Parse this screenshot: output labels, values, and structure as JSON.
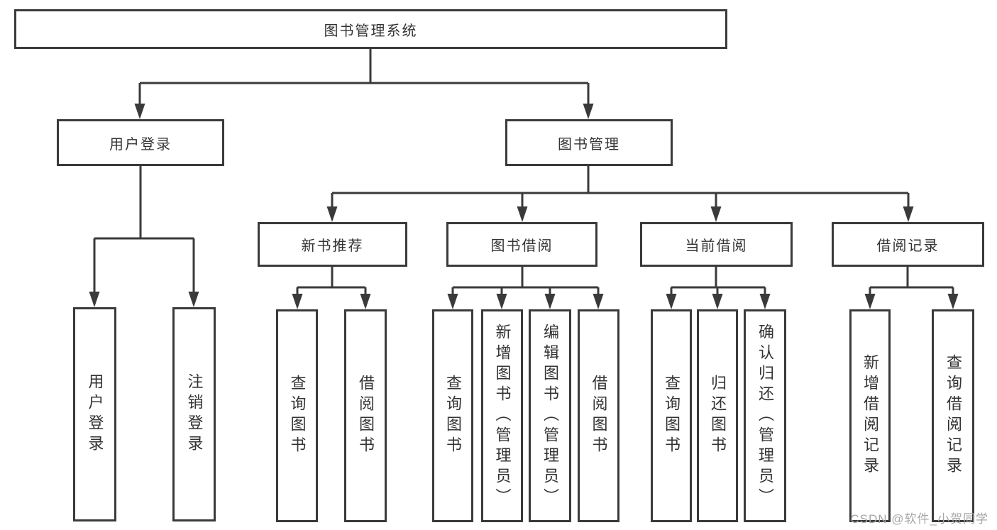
{
  "tree": {
    "root": {
      "label": "图书管理系统"
    },
    "login_branch": {
      "label": "用户登录",
      "children": [
        {
          "label": "用户登录"
        },
        {
          "label": "注销登录"
        }
      ]
    },
    "management_branch": {
      "label": "图书管理",
      "sections": [
        {
          "label": "新书推荐",
          "children": [
            {
              "label": "查询图书"
            },
            {
              "label": "借阅图书"
            }
          ]
        },
        {
          "label": "图书借阅",
          "children": [
            {
              "label": "查询图书"
            },
            {
              "label": "新增图书（管理员）"
            },
            {
              "label": "编辑图书（管理员）"
            },
            {
              "label": "借阅图书"
            }
          ]
        },
        {
          "label": "当前借阅",
          "children": [
            {
              "label": "查询图书"
            },
            {
              "label": "归还图书"
            },
            {
              "label": "确认归还（管理员）"
            }
          ]
        },
        {
          "label": "借阅记录",
          "children": [
            {
              "label": "新增借阅记录"
            },
            {
              "label": "查询借阅记录"
            }
          ]
        }
      ]
    }
  },
  "watermark": {
    "text": "CSDN @软件_小贺同学"
  },
  "colors": {
    "line": "#3a3a3a",
    "text": "#333333",
    "watermark": "#a6a6a6",
    "background": "#ffffff"
  }
}
